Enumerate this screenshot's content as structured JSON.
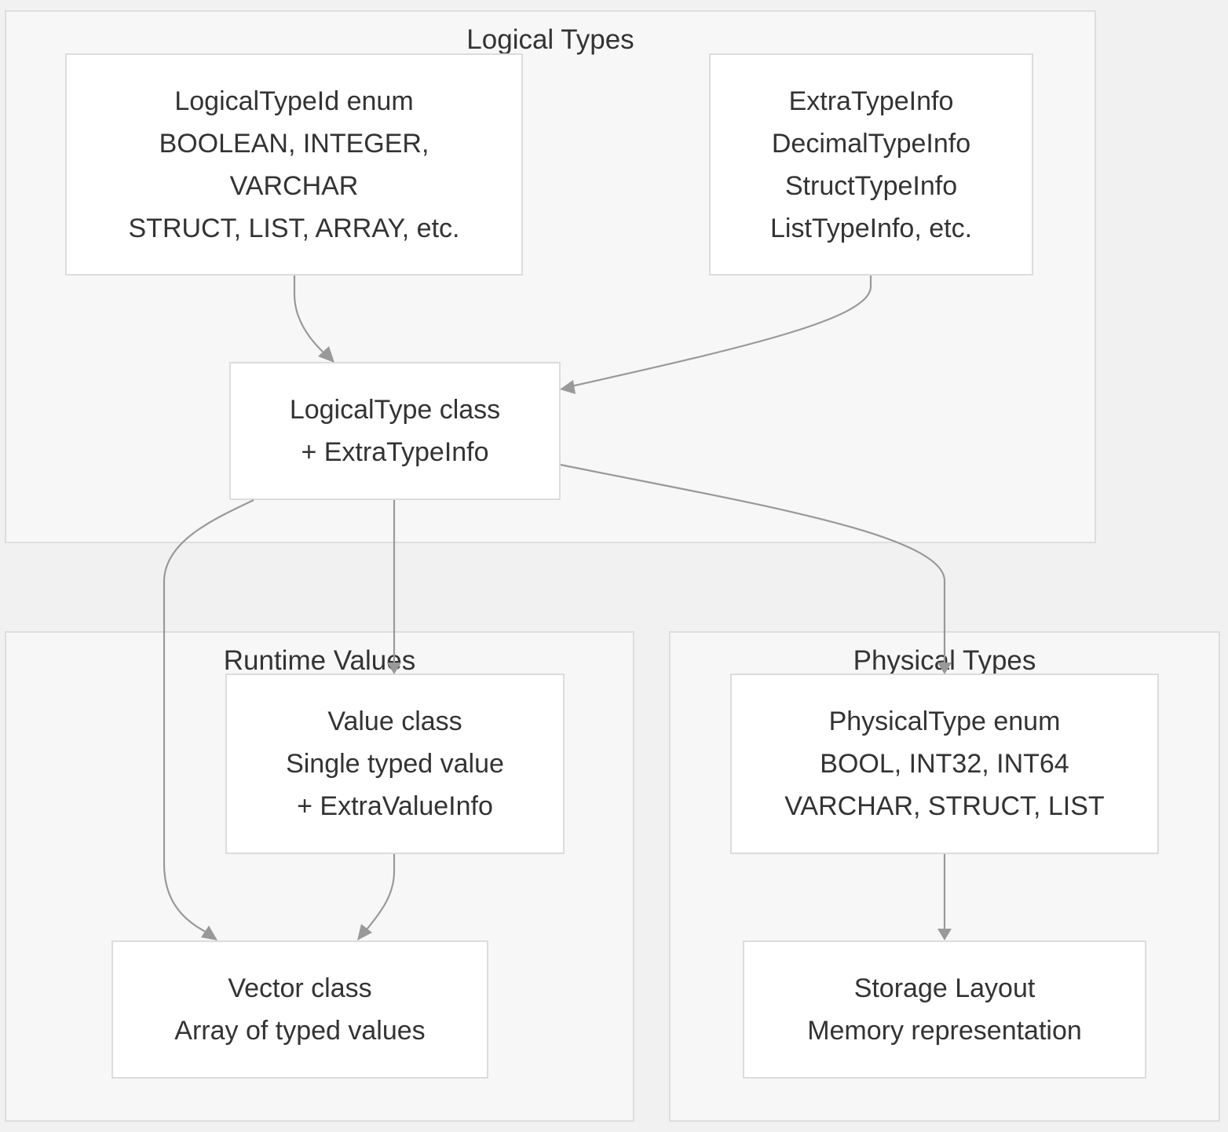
{
  "colors": {
    "background": "#f1f1f1",
    "cluster_fill": "#f7f7f7",
    "cluster_border": "#dedede",
    "node_fill": "#ffffff",
    "node_border": "#dcdcdc",
    "edge": "#999999",
    "text": "#333333"
  },
  "clusters": {
    "logical": {
      "title": "Logical Types"
    },
    "runtime": {
      "title": "Runtime Values"
    },
    "physical": {
      "title": "Physical Types"
    }
  },
  "nodes": {
    "logical_type_id": {
      "lines": [
        "LogicalTypeId enum",
        "BOOLEAN, INTEGER,",
        "VARCHAR",
        "STRUCT, LIST, ARRAY, etc."
      ]
    },
    "extra_type_info": {
      "lines": [
        "ExtraTypeInfo",
        "DecimalTypeInfo",
        "StructTypeInfo",
        "ListTypeInfo, etc."
      ]
    },
    "logical_type": {
      "lines": [
        "LogicalType class",
        "+ ExtraTypeInfo"
      ]
    },
    "value": {
      "lines": [
        "Value class",
        "Single typed value",
        "+ ExtraValueInfo"
      ]
    },
    "vector": {
      "lines": [
        "Vector class",
        "Array of typed values"
      ]
    },
    "physical_type": {
      "lines": [
        "PhysicalType enum",
        "BOOL, INT32, INT64",
        "VARCHAR, STRUCT, LIST"
      ]
    },
    "storage_layout": {
      "lines": [
        "Storage Layout",
        "Memory representation"
      ]
    }
  },
  "edges": [
    {
      "from": "logical_type_id",
      "to": "logical_type"
    },
    {
      "from": "extra_type_info",
      "to": "logical_type"
    },
    {
      "from": "logical_type",
      "to": "vector"
    },
    {
      "from": "logical_type",
      "to": "value"
    },
    {
      "from": "logical_type",
      "to": "physical_type"
    },
    {
      "from": "value",
      "to": "vector"
    },
    {
      "from": "physical_type",
      "to": "storage_layout"
    }
  ]
}
